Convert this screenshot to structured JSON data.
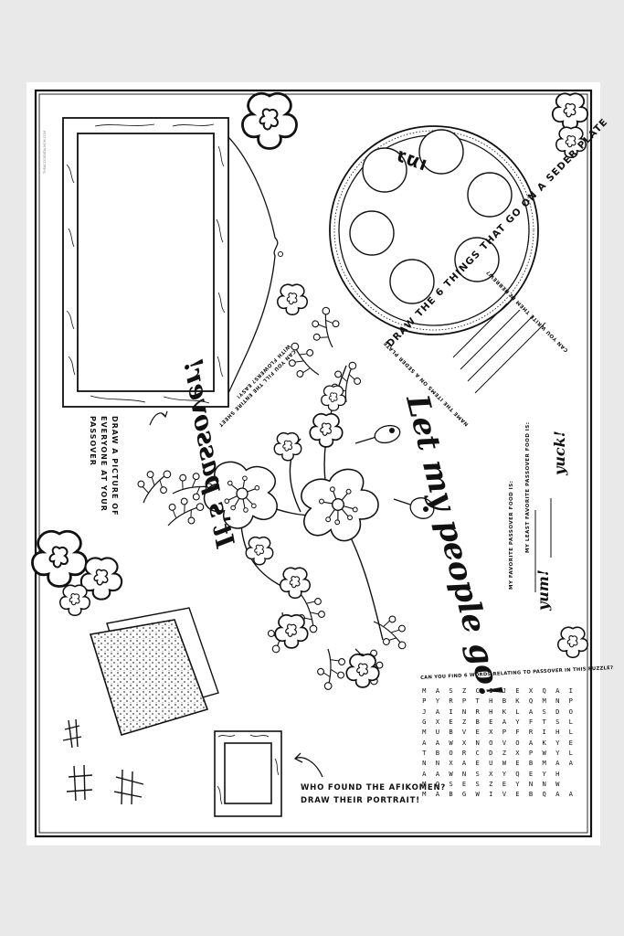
{
  "placemat": {
    "seder_plate_instruction": "DRAW THE 6 THINGS THAT GO ON A SEDER PLATE",
    "plate_center_text": "גמו",
    "write_names_prompt": "CAN YOU WRITE THEM IN HEBREW?",
    "name_items_prompt": "NAME THE ITEMS ON A SEDER PLATE",
    "family_picture_caption": [
      "DRAW A PICTURE OF",
      "EVERYONE AT YOUR",
      "PASSOVER"
    ],
    "coloring_prompt": [
      "CAN YOU FILL THE ENTIRE SHEET",
      "WITH FLOWERS? EASY!"
    ],
    "headline_main": "Let my people go!",
    "headline_secondary": "It's passover!",
    "favorite_food_label": "MY FAVORITE PASSOVER FOOD IS:",
    "least_favorite_food_label": "MY LEAST FAVORITE PASSOVER FOOD IS:",
    "yum_text": "yum!",
    "yuck_text": "yuck!",
    "afikomen_prompt": [
      "WHO FOUND THE AFIKOMEN?",
      "DRAW THEIR PORTRAIT!"
    ],
    "word_search_title": "CAN YOU FIND 6 WORDS RELATING TO PASSOVER IN THIS PUZZLE?",
    "word_search_rows": [
      "M A S Z C I J E X Q A I",
      "P Y R P T H B K Q M N P",
      "J A I N R H K L A S D O",
      "G X E Z B E A Y F T S L",
      "M U B V E X P F R I H L",
      "A A W X N O V O A K Y E",
      "T B O R C D Z X P W Y L",
      "N N X A E U W E B M A A",
      "A A W N S X Y Q E Y H",
      "M O S E S Z E Y N N W",
      "M A B G W I V E B Q A A"
    ],
    "credit_text": "theaccidentalmom.com"
  }
}
